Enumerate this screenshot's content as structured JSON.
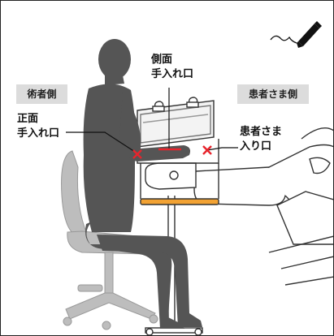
{
  "labels": {
    "operator_side": "術者側",
    "patient_side": "患者さま側",
    "side_hand_entry_line1": "側面",
    "side_hand_entry_line2": "手入れ口",
    "front_hand_entry_line1": "正面",
    "front_hand_entry_line2": "手入れ口",
    "patient_entry_line1": "患者さま",
    "patient_entry_line2": "入り口"
  },
  "icons": {
    "pen": "pen-signature-icon"
  },
  "colors": {
    "marker_red": "#e8242c",
    "silhouette": "#555555",
    "chair": "#bdbdbd",
    "tray": "#f2a233",
    "tag_bg": "#dcdcdc"
  }
}
